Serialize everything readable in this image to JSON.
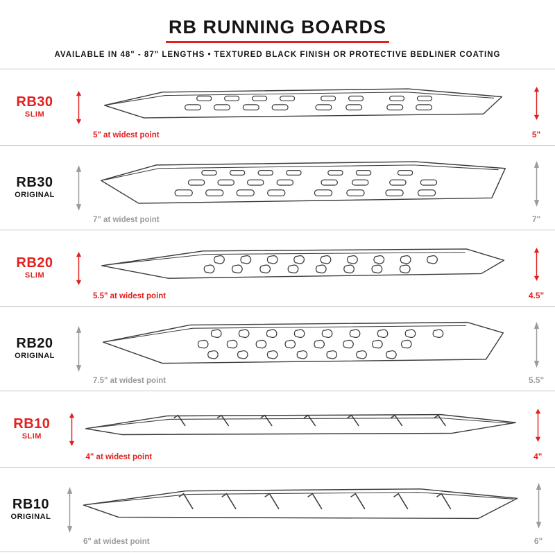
{
  "header": {
    "title": "RB RUNNING BOARDS",
    "subtitle": "AVAILABLE IN 48\" - 87\" LENGTHS  •  TEXTURED BLACK FINISH OR PROTECTIVE BEDLINER COATING"
  },
  "colors": {
    "accent_red": "#e2201f",
    "measurement_gray": "#9b9b9b",
    "drawing_line": "#3c3c3c"
  },
  "rows": [
    {
      "model": "RB30",
      "variant": "SLIM",
      "widest": "5\" at widest point",
      "height": "5\""
    },
    {
      "model": "RB30",
      "variant": "ORIGINAL",
      "widest": "7\" at widest point",
      "height": "7\""
    },
    {
      "model": "RB20",
      "variant": "SLIM",
      "widest": "5.5\" at widest point",
      "height": "4.5\""
    },
    {
      "model": "RB20",
      "variant": "ORIGINAL",
      "widest": "7.5\" at widest point",
      "height": "5.5\""
    },
    {
      "model": "RB10",
      "variant": "SLIM",
      "widest": "4\" at widest point",
      "height": "4\""
    },
    {
      "model": "RB10",
      "variant": "ORIGINAL",
      "widest": "6\" at widest point",
      "height": "6\""
    }
  ]
}
